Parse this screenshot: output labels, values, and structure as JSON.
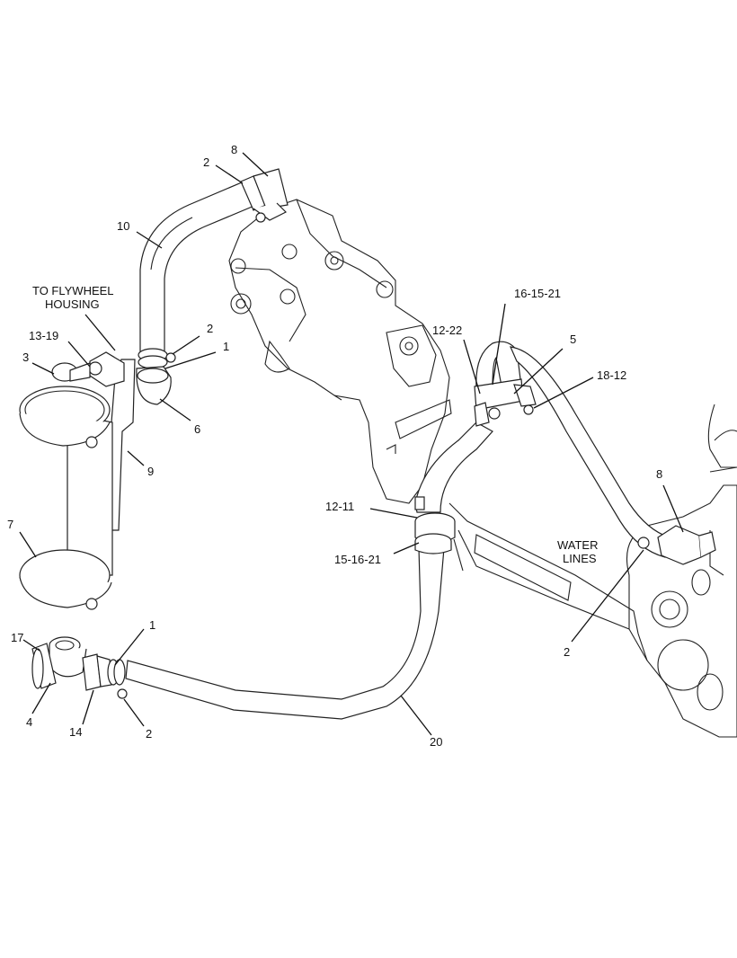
{
  "diagram": {
    "labels": {
      "l_2_top": "2",
      "l_8_top": "8",
      "l_10": "10",
      "l_to_flywheel_1": "TO FLYWHEEL",
      "l_to_flywheel_2": "HOUSING",
      "l_13_19": "13-19",
      "l_3": "3",
      "l_2_mid": "2",
      "l_1_mid": "1",
      "l_6": "6",
      "l_9": "9",
      "l_7": "7",
      "l_16_15_21": "16-15-21",
      "l_12_22": "12-22",
      "l_5": "5",
      "l_18_12": "18-12",
      "l_12_11": "12-11",
      "l_15_16_21": "15-16-21",
      "l_water_1": "WATER",
      "l_water_2": "LINES",
      "l_8_right": "8",
      "l_2_right": "2",
      "l_17": "17",
      "l_1_bottom": "1",
      "l_4": "4",
      "l_14": "14",
      "l_2_bottom": "2",
      "l_20": "20"
    }
  }
}
